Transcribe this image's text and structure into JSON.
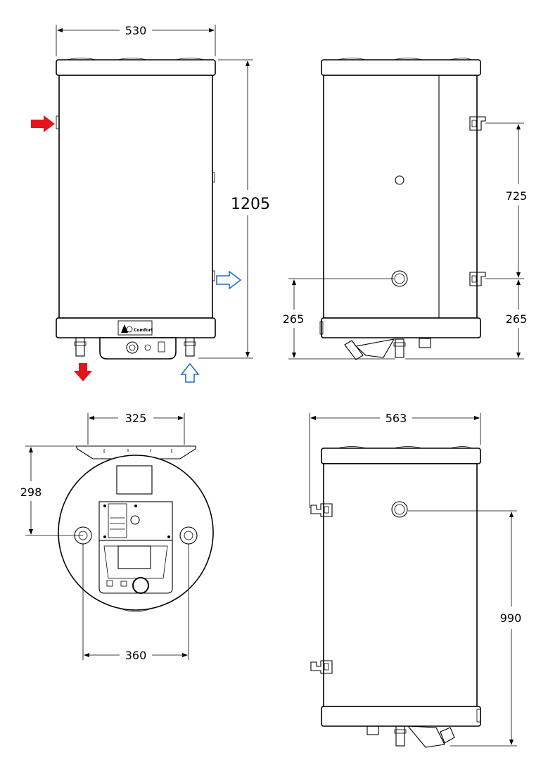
{
  "dimensions": {
    "front_width": "530",
    "front_height": "1205",
    "side_bracket_spacing": "725",
    "side_left_height": "265",
    "side_right_height": "265",
    "top_bracket_width": "325",
    "top_depth": "298",
    "top_pipe_spacing": "360",
    "back_width": "563",
    "back_height": "990"
  },
  "logo": {
    "brand": "Comfort"
  },
  "colors": {
    "hot_arrow": "#e3141b",
    "cold_arrow": "#1f6fc4",
    "line": "#000000"
  },
  "icons": [
    "hot-water-inlet-arrow",
    "hot-water-outlet-arrow",
    "cold-water-outlet-arrow",
    "cold-water-inlet-arrow"
  ]
}
